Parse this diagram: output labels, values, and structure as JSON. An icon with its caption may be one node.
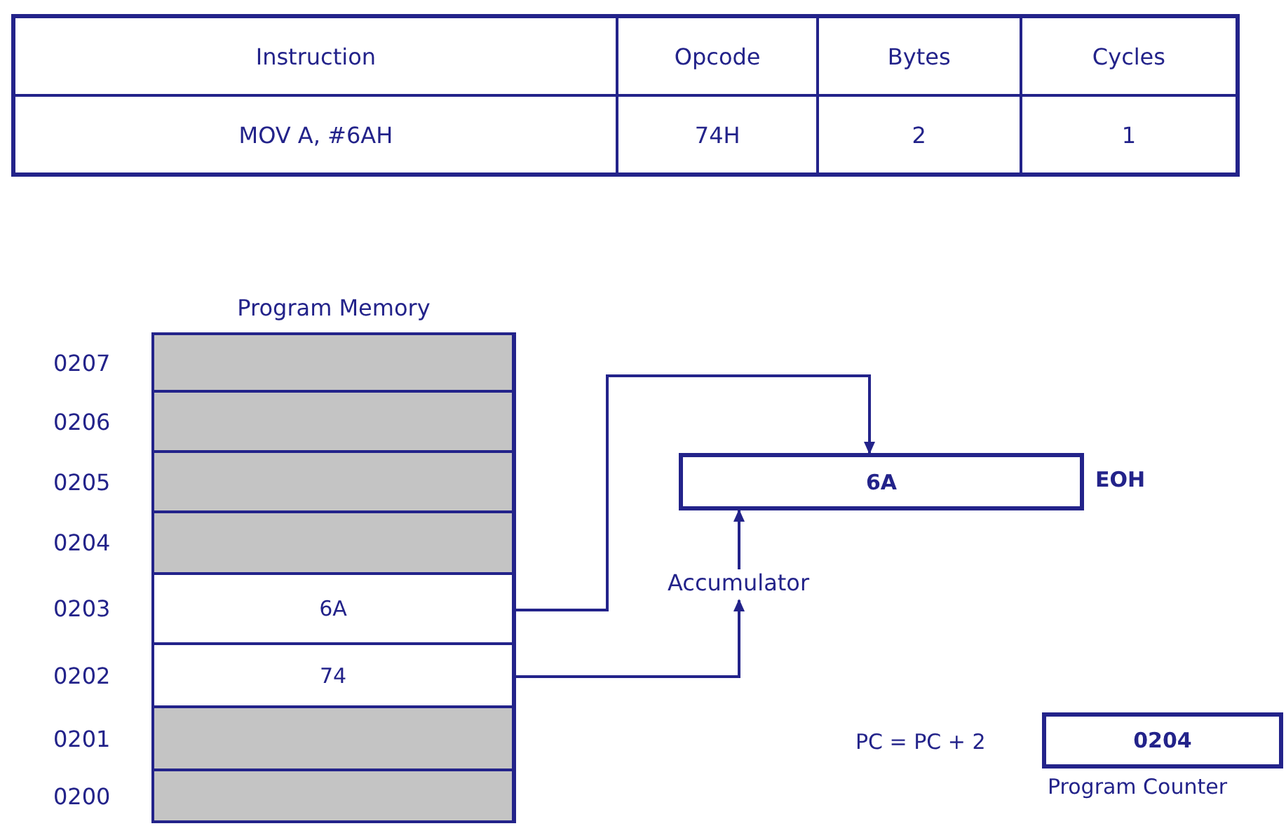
{
  "diagram": {
    "nodes": [
      {
        "text": [
          "Program Memory"
        ]
      },
      {
        "text": [],
        "shape": "box",
        "in": 0,
        "beside": [
          "0207"
        ]
      },
      {
        "text": [],
        "shape": "box",
        "in": 0,
        "beside": [
          "0206"
        ]
      },
      {
        "text": [],
        "shape": "box",
        "in": 0,
        "beside": [
          "0205"
        ]
      },
      {
        "text": [],
        "shape": "box",
        "in": 0,
        "beside": [
          "0204"
        ]
      },
      {
        "text": [
          "6A"
        ],
        "in": 0,
        "beside": [
          "0203"
        ]
      },
      {
        "text": [
          "74"
        ],
        "in": 0,
        "beside": [
          "0202"
        ]
      },
      {
        "text": [],
        "shape": "box",
        "in": 0,
        "beside": [
          "0201"
        ]
      },
      {
        "text": [],
        "shape": "box",
        "in": 0,
        "beside": [
          "0200"
        ]
      },
      {
        "text": [
          "6A"
        ],
        "beside": [
          "EOH"
        ]
      },
      {
        "text": [
          "Accumulator"
        ]
      },
      {
        "text": [
          "0204"
        ],
        "beside": [
          "Program Counter"
        ]
      }
    ],
    "edges": [
      {
        "from": 5,
        "to": 9,
        "arrow": "to"
      },
      {
        "from": 6,
        "to": 10,
        "arrow": "to"
      },
      {
        "from": 10,
        "to": 9,
        "arrow": "to"
      }
    ],
    "labels": [
      "Instruction",
      "Opcode",
      "Bytes",
      "Cycles",
      "MOV A, #6AH",
      "74H",
      "2",
      "1",
      "PC = PC + 2"
    ]
  }
}
